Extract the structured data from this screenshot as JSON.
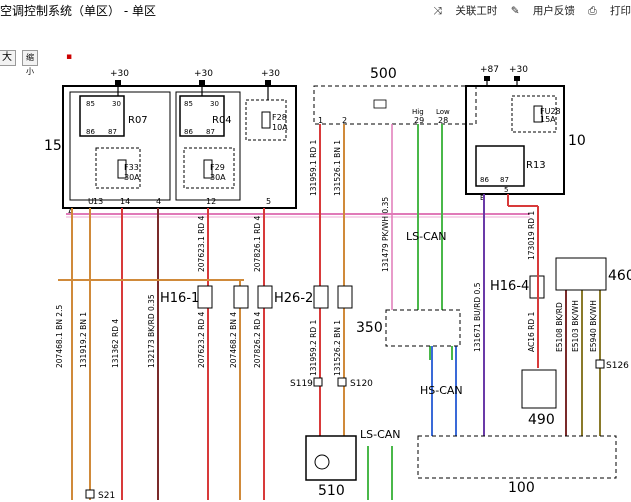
{
  "header": {
    "title": "空调控制系统（单区） - 单区",
    "link_related_hours": "关联工时",
    "user_feedback": "用户反馈",
    "print": "打印"
  },
  "zoom": {
    "zoom_in": "大",
    "zoom_out": "缩小"
  },
  "diagram": {
    "modules": {
      "m15": "15",
      "m500": "500",
      "m10": "10",
      "m350": "350",
      "m510": "510",
      "m100": "100",
      "m490": "490",
      "m460": "460"
    },
    "power": {
      "left1": "+30",
      "left2": "+30",
      "left3": "+30",
      "right1": "+87",
      "right2": "+30"
    },
    "relays": {
      "r07": "R07",
      "r04": "R04",
      "r13": "R13"
    },
    "fuses": {
      "f28": "F28\n10A",
      "f33": "F33\n30A",
      "f29": "F29\n30A",
      "f28r": "FU28\n15A"
    },
    "connectors": {
      "h16_1": "H16-1",
      "h26_2": "H26-2",
      "h16_4": "H16-4"
    },
    "bus": {
      "ls_can_top": "LS-CAN",
      "ls_can_bottom": "LS-CAN",
      "hs_can": "HS-CAN",
      "high": "Hig",
      "low": "Low"
    },
    "splices": {
      "s119": "S119",
      "s120": "S120",
      "s21": "S21",
      "s126": "S126"
    },
    "wires": [
      "207468.1 BN 2.5",
      "131919.2 BN 1",
      "131362 RD 4",
      "132173 BK/RD 0.35",
      "207623.2 RD 4",
      "207468.2 BN 4",
      "207826.2 RD 4",
      "131959.2 RD 1",
      "131526.2 BN 1",
      "207623.1 RD 4",
      "207826.1 RD 4",
      "131959.1 RD 1",
      "131526.1 BN 1",
      "131479 PK/WH 0.35",
      "131671 BU/RD 0.5",
      "173019 RD 1",
      "AC16 RD 1",
      "E5108 BK/RD",
      "E5103 BK/WH",
      "E5940 BK/WH"
    ],
    "pins": {
      "p15": [
        "A",
        "U",
        "13",
        "14",
        "4",
        "12",
        "5"
      ],
      "p500": [
        "1",
        "2",
        "29",
        "28"
      ]
    }
  }
}
